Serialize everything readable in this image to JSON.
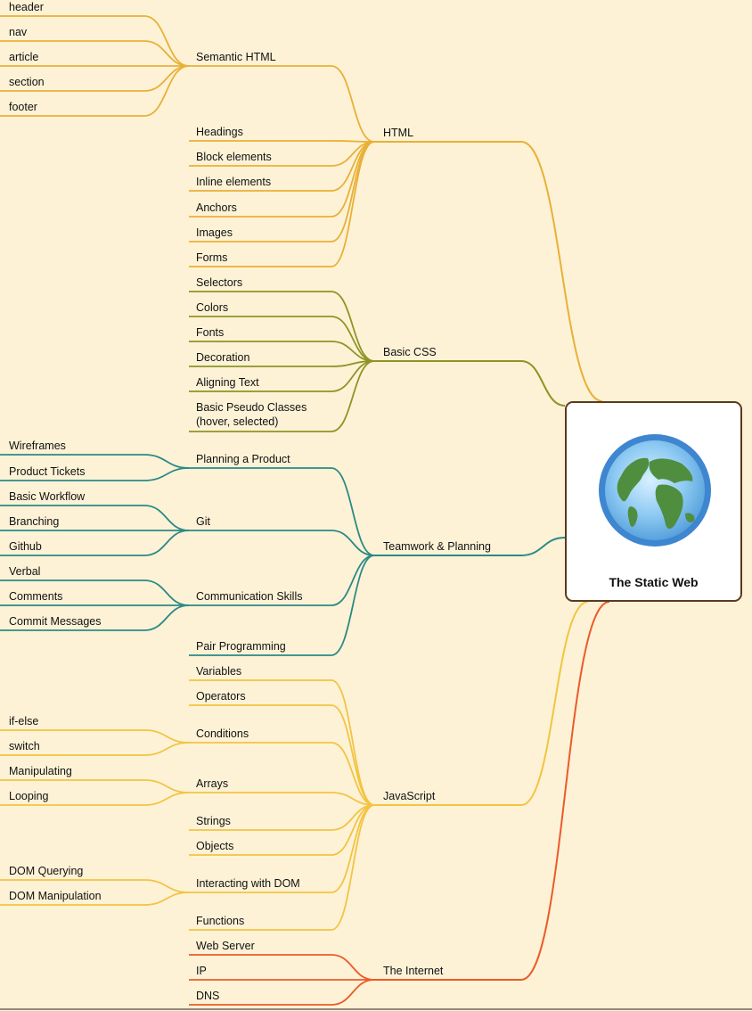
{
  "root": {
    "title": "The Static Web",
    "icon": "globe-icon"
  },
  "colors": {
    "html": "#e9b036",
    "css": "#8e9524",
    "teamwork": "#2a8a86",
    "javascript": "#f2c441",
    "internet": "#ec5a2a",
    "root_border": "#5a3a22",
    "background": "#fdf2d6"
  },
  "branches": [
    {
      "label": "HTML",
      "color": "#e9b036",
      "children": [
        {
          "label": "Semantic HTML",
          "children": [
            {
              "label": "header"
            },
            {
              "label": "nav"
            },
            {
              "label": "article"
            },
            {
              "label": "section"
            },
            {
              "label": "footer"
            }
          ]
        },
        {
          "label": "Headings"
        },
        {
          "label": "Block elements"
        },
        {
          "label": "Inline elements"
        },
        {
          "label": "Anchors"
        },
        {
          "label": "Images"
        },
        {
          "label": "Forms"
        }
      ]
    },
    {
      "label": "Basic CSS",
      "color": "#8e9524",
      "children": [
        {
          "label": "Selectors"
        },
        {
          "label": "Colors"
        },
        {
          "label": "Fonts"
        },
        {
          "label": "Decoration"
        },
        {
          "label": "Aligning Text"
        },
        {
          "label": "Basic Pseudo Classes (hover, selected)"
        }
      ]
    },
    {
      "label": "Teamwork & Planning",
      "color": "#2a8a86",
      "children": [
        {
          "label": "Planning a Product",
          "children": [
            {
              "label": "Wireframes"
            },
            {
              "label": "Product Tickets"
            }
          ]
        },
        {
          "label": "Git",
          "children": [
            {
              "label": "Basic Workflow"
            },
            {
              "label": "Branching"
            },
            {
              "label": "Github"
            }
          ]
        },
        {
          "label": "Communication Skills",
          "children": [
            {
              "label": "Verbal"
            },
            {
              "label": "Comments"
            },
            {
              "label": "Commit Messages"
            }
          ]
        },
        {
          "label": "Pair Programming"
        }
      ]
    },
    {
      "label": "JavaScript",
      "color": "#f2c441",
      "children": [
        {
          "label": "Variables"
        },
        {
          "label": "Operators"
        },
        {
          "label": "Conditions",
          "children": [
            {
              "label": "if-else"
            },
            {
              "label": "switch"
            }
          ]
        },
        {
          "label": "Arrays",
          "children": [
            {
              "label": "Manipulating"
            },
            {
              "label": "Looping"
            }
          ]
        },
        {
          "label": "Strings"
        },
        {
          "label": "Objects"
        },
        {
          "label": "Interacting with DOM",
          "children": [
            {
              "label": "DOM Querying"
            },
            {
              "label": "DOM Manipulation"
            }
          ]
        },
        {
          "label": "Functions"
        }
      ]
    },
    {
      "label": "The Internet",
      "color": "#ec5a2a",
      "children": [
        {
          "label": "Web Server"
        },
        {
          "label": "IP"
        },
        {
          "label": "DNS"
        }
      ]
    }
  ]
}
